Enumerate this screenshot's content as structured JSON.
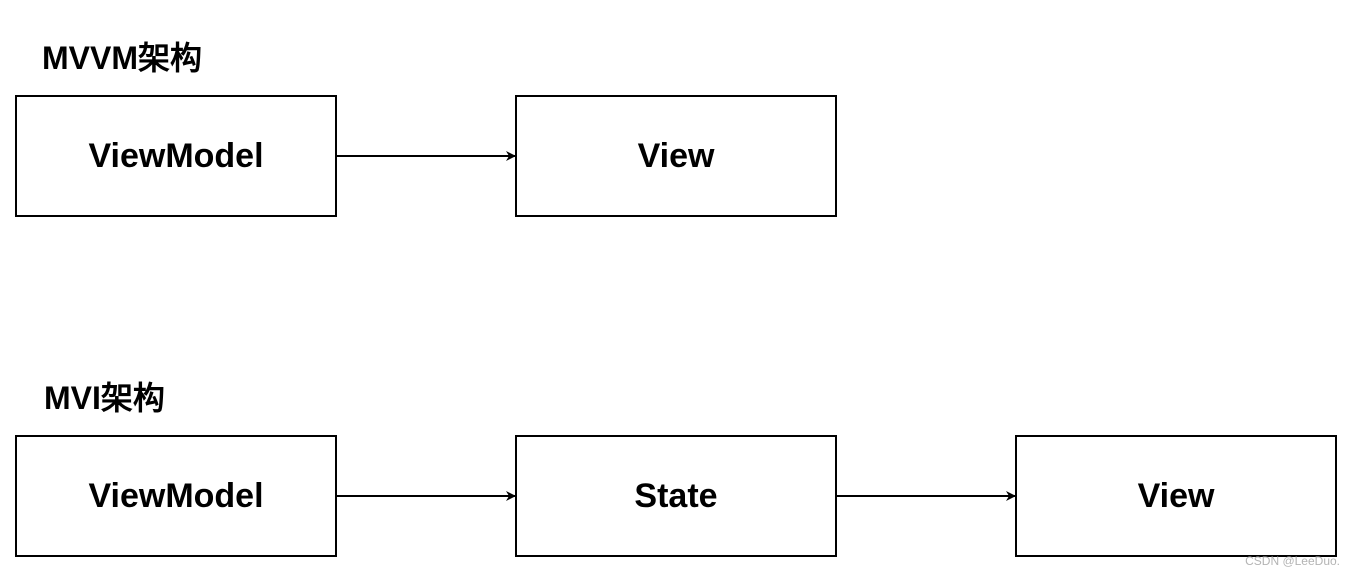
{
  "mvvm": {
    "title": "MVVM架构",
    "nodes": {
      "viewmodel": "ViewModel",
      "view": "View"
    }
  },
  "mvi": {
    "title": "MVI架构",
    "nodes": {
      "viewmodel": "ViewModel",
      "state": "State",
      "view": "View"
    }
  },
  "edges": [
    {
      "from": "mvvm.viewmodel",
      "to": "mvvm.view"
    },
    {
      "from": "mvi.viewmodel",
      "to": "mvi.state"
    },
    {
      "from": "mvi.state",
      "to": "mvi.view"
    }
  ],
  "watermark": "CSDN @LeeDuo.",
  "colors": {
    "stroke": "#000000",
    "background": "#ffffff",
    "watermark": "#b4b4b4"
  }
}
